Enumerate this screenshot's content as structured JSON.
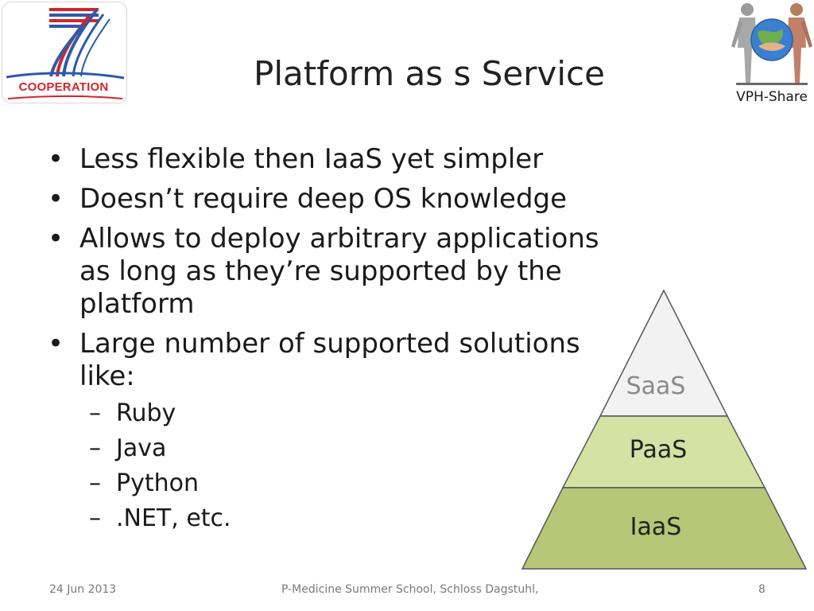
{
  "header": {
    "title": "Platform as s Service",
    "left_logo_text": "COOPERATION",
    "right_logo_text": "VPH-Share"
  },
  "bullets": [
    {
      "text": "Less flexible then IaaS yet simpler"
    },
    {
      "text": "Doesn’t require deep OS knowledge"
    },
    {
      "text": "Allows to deploy arbitrary applications as long as they’re supported by the platform"
    },
    {
      "text": "Large number of supported solutions like:"
    }
  ],
  "sub_bullets": [
    {
      "text": "Ruby"
    },
    {
      "text": "Java"
    },
    {
      "text": "Python"
    },
    {
      "text": ".NET, etc."
    }
  ],
  "pyramid": {
    "layers": [
      {
        "label": "SaaS",
        "fill": "#f2f2f2",
        "text_color": "#8a8a8a"
      },
      {
        "label": "PaaS",
        "fill": "#d6e2a4",
        "text_color": "#222222"
      },
      {
        "label": "IaaS",
        "fill": "#b7c777",
        "text_color": "#222222"
      }
    ]
  },
  "footer": {
    "date": "24 Jun 2013",
    "event": "P-Medicine Summer School, Schloss Dagstuhl,",
    "page": "8"
  },
  "colors": {
    "coop_red": "#d3262b",
    "coop_blue": "#2e5aa8",
    "pyramid_outline": "#555555"
  }
}
